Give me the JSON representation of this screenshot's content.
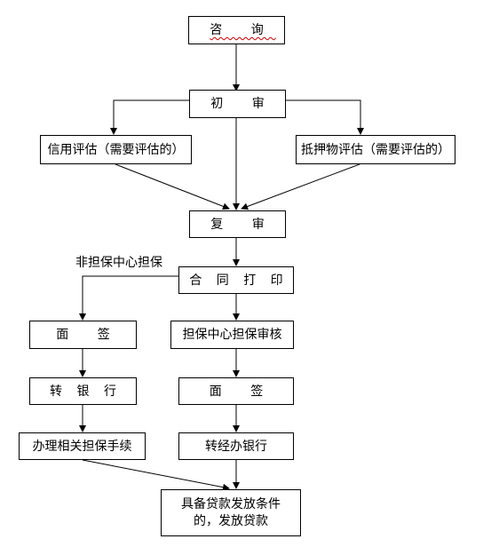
{
  "nodes": {
    "consult": "咨 询",
    "initial_review": "初 审",
    "credit_eval": "信用评估（需要评估的）",
    "collateral_eval": "抵押物评估（需要评估的）",
    "re_review": "复 审",
    "contract_print": "合 同 打 印",
    "guarantee_review": "担保中心担保审核",
    "interview_left": "面 签",
    "interview_right": "面 签",
    "transfer_bank_left": "转 银 行",
    "transfer_bank_right": "转经办银行",
    "guarantee_procedures": "办理相关担保手续",
    "loan_release": "具备贷款发放条件的，发放贷款"
  },
  "labels": {
    "non_center_guarantee": "非担保中心担保"
  }
}
